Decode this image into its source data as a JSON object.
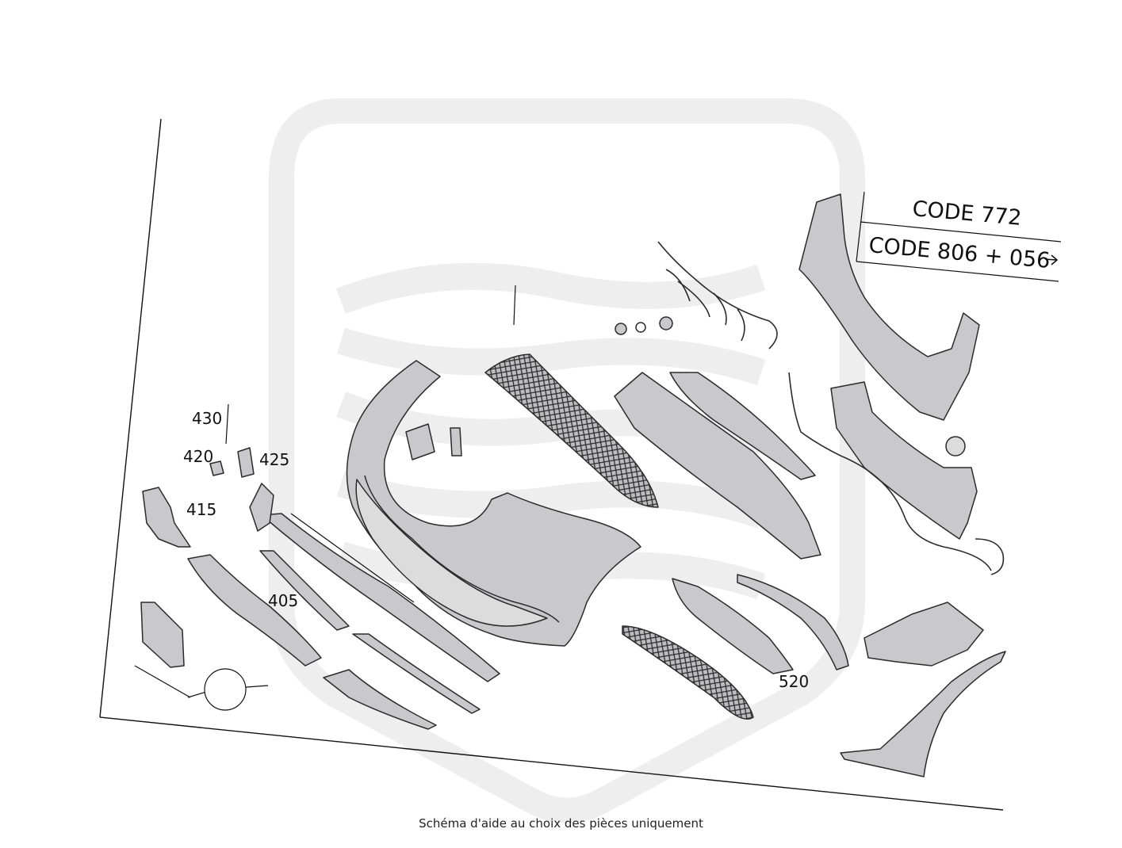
{
  "labels": {
    "p430": "430",
    "p420": "420",
    "p425": "425",
    "p415": "415",
    "p405": "405",
    "p520": "520"
  },
  "codes": {
    "code1": "CODE 772",
    "code2": "CODE 806 + 056"
  },
  "caption": "Schéma d'aide au choix des pièces uniquement",
  "colors": {
    "part_fill": "#c9c9cb",
    "part_stroke": "#2b2b2b",
    "watermark": "#eeeeee"
  }
}
